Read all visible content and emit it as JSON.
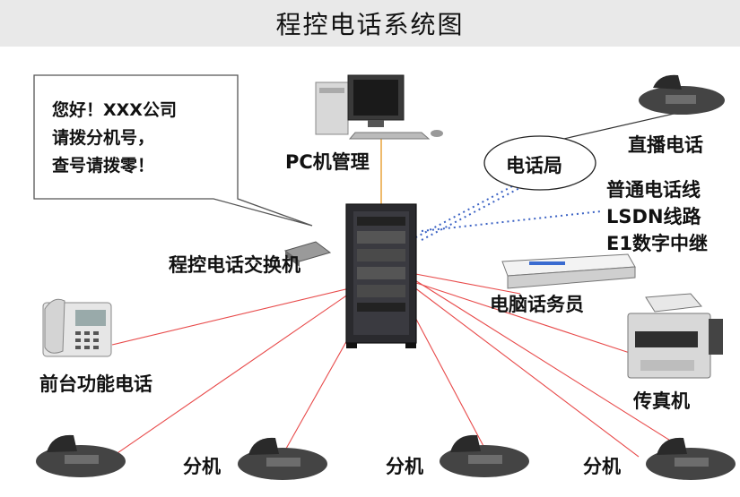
{
  "title": "程控电话系统图",
  "greeting": {
    "line1": "您好！XXX公司",
    "line2": "请拨分机号，",
    "line3": "查号请拨零！"
  },
  "nodes": {
    "pc": "PC机管理",
    "pbx": "程控电话交换机",
    "exchange": "电话局",
    "direct_line": "直播电话",
    "line_ordinary": "普通电话线",
    "line_isdn": "LSDN线路",
    "line_e1": "E1数字中继",
    "operator": "电脑话务员",
    "front_desk": "前台功能电话",
    "fax": "传真机",
    "ext1": "分机",
    "ext2": "分机",
    "ext3": "分机"
  },
  "colors": {
    "red_link": "#e84a4a",
    "blue_link": "#3b62c4",
    "pc_link": "#e8a23a",
    "cabinet": "#2a2a2e"
  }
}
